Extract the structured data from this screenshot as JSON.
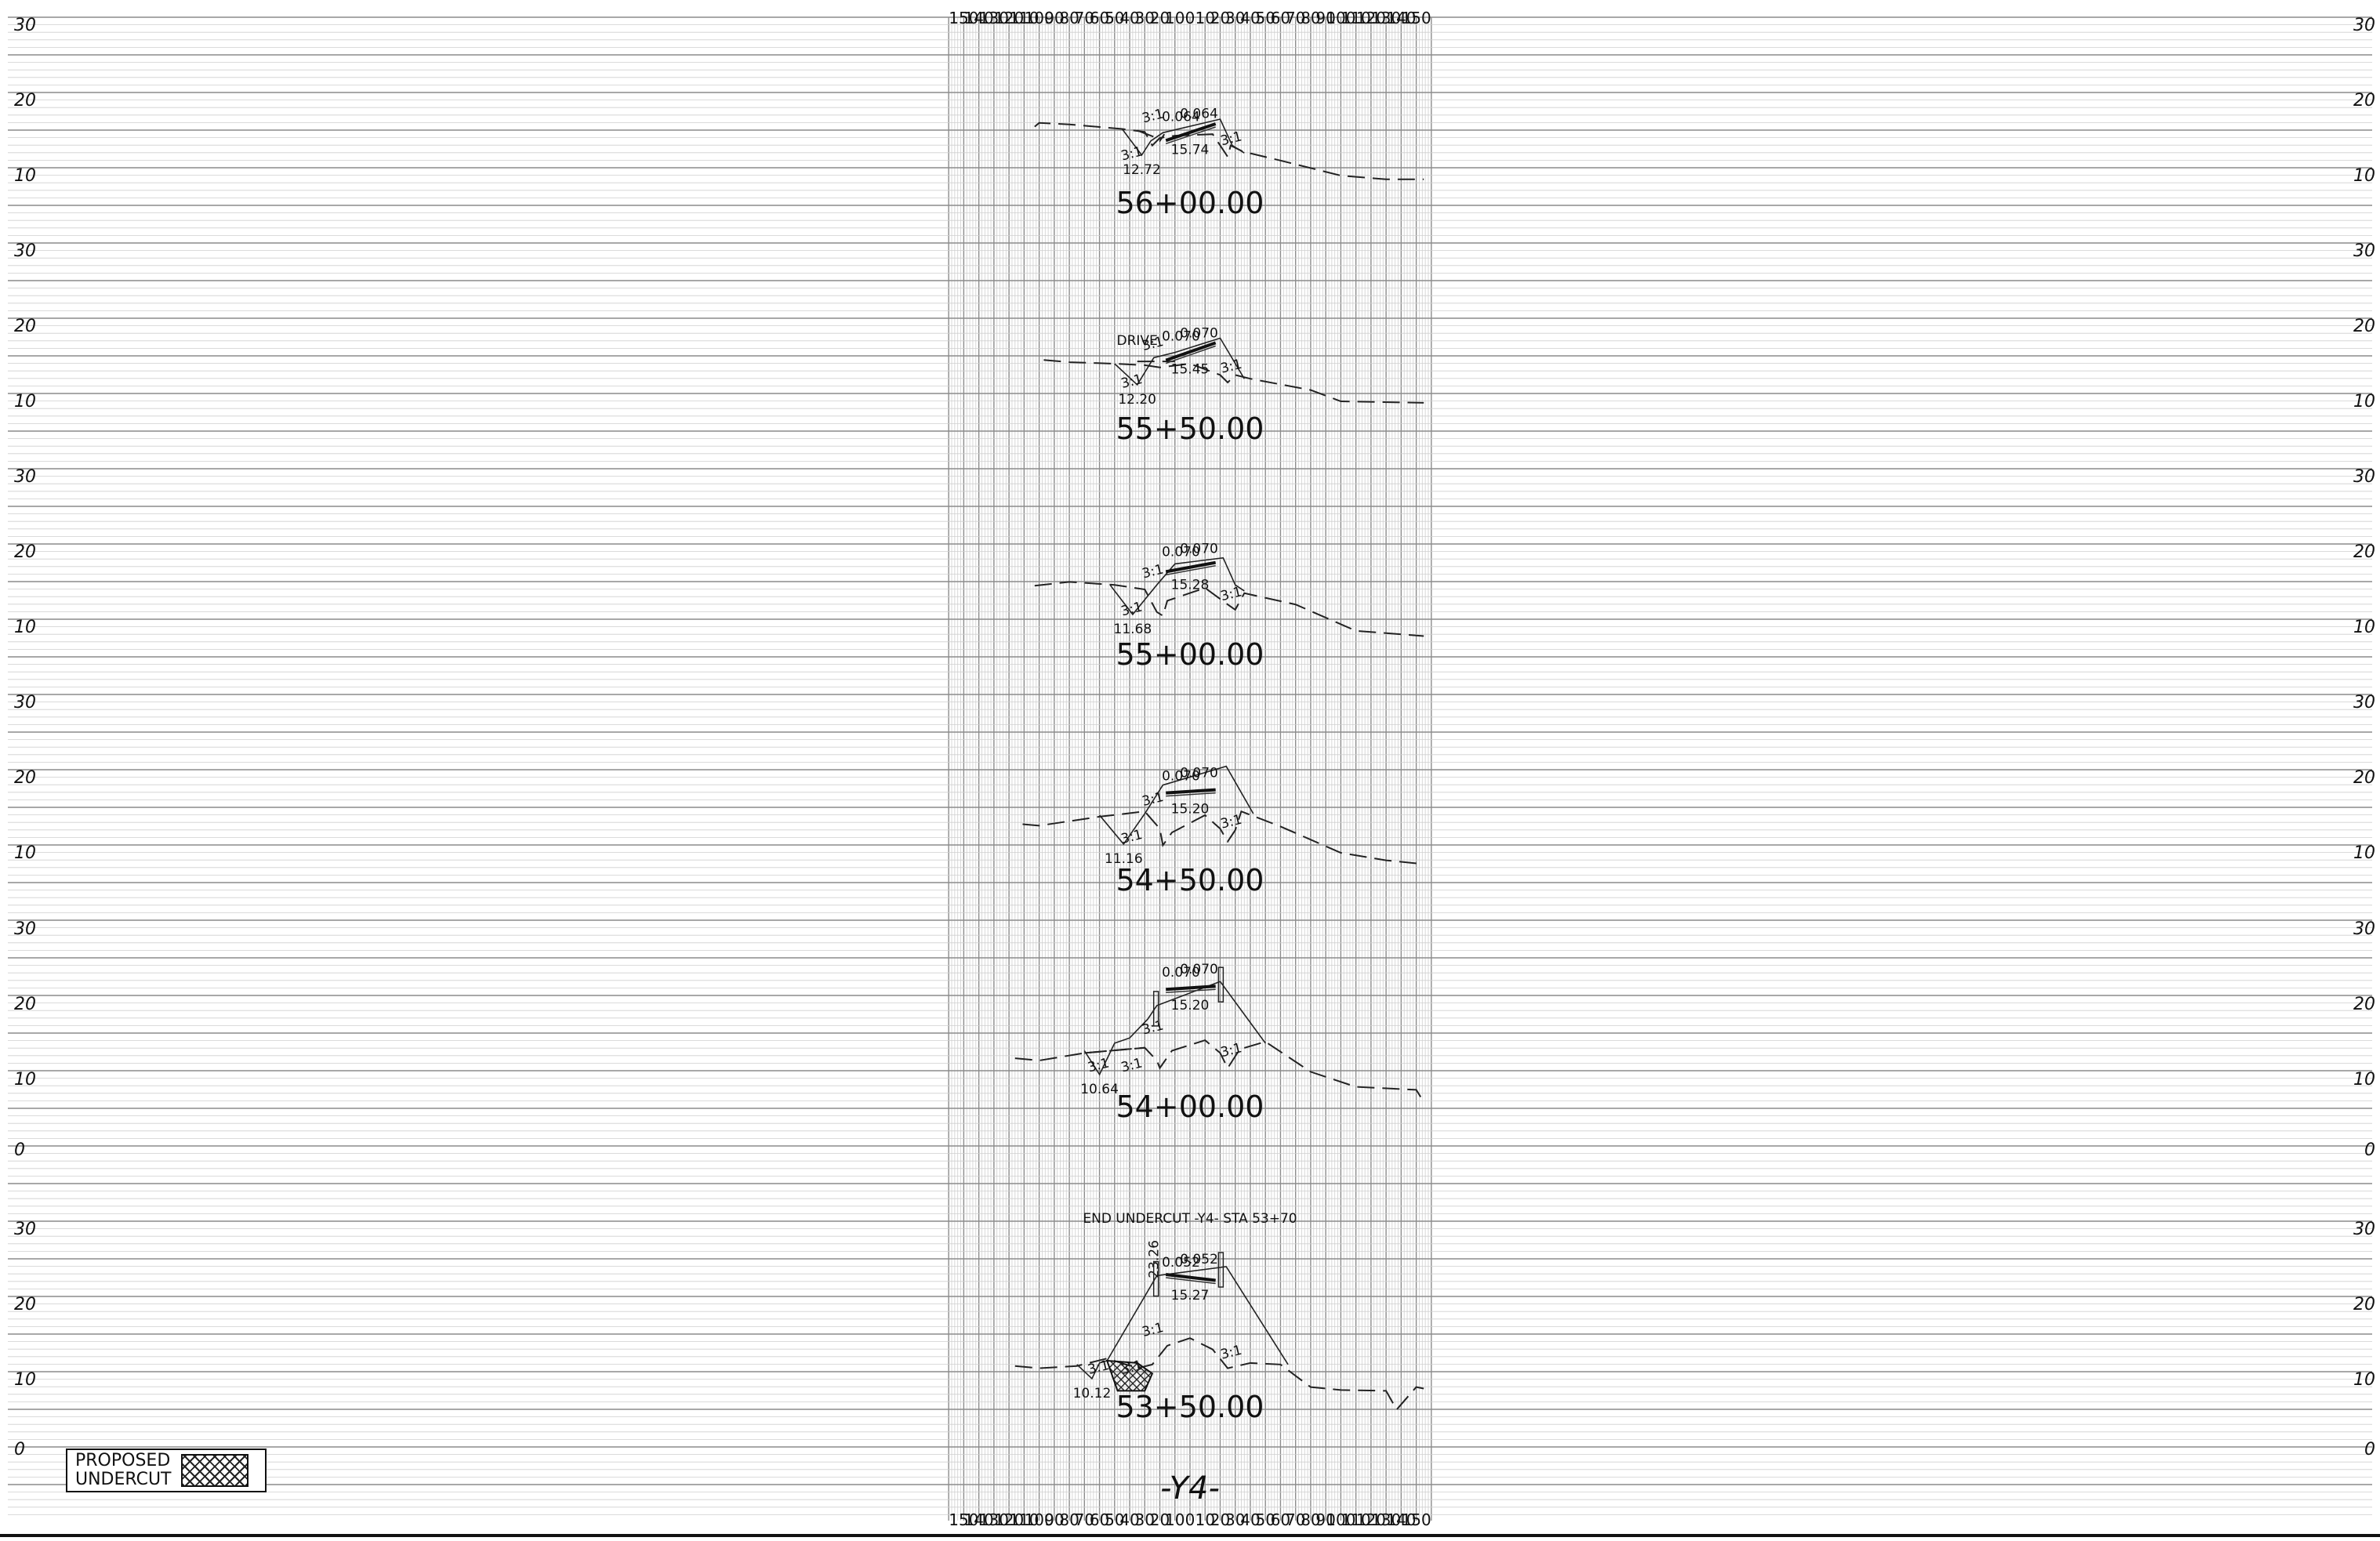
{
  "sheet": {
    "alignment_label": "-Y4-",
    "offset_ticks": [
      "150",
      "140",
      "130",
      "120",
      "110",
      "100",
      "90",
      "80",
      "70",
      "60",
      "50",
      "40",
      "30",
      "20",
      "10",
      "0",
      "10",
      "20",
      "30",
      "40",
      "50",
      "60",
      "70",
      "80",
      "90",
      "100",
      "110",
      "120",
      "130",
      "140",
      "150"
    ],
    "elevation_ticks": [
      "30",
      "20",
      "10"
    ],
    "bottom_zero_label": "0"
  },
  "legend": {
    "label": "PROPOSED\nUNDERCUT"
  },
  "sections": [
    {
      "station": "56+00.00",
      "slopes": [
        "0.064",
        "0.064"
      ],
      "grade_elevation": "15.74",
      "ditch_elevation": "12.72",
      "slope_labels": [
        "3:1",
        "3:1",
        "3:1"
      ],
      "note": ""
    },
    {
      "station": "55+50.00",
      "slopes": [
        "0.070",
        "0.070"
      ],
      "grade_elevation": "15.45",
      "ditch_elevation": "12.20",
      "slope_labels": [
        "3:1",
        "3:1",
        "3:1"
      ],
      "note": "DRIVE"
    },
    {
      "station": "55+00.00",
      "slopes": [
        "0.070",
        "0.070"
      ],
      "grade_elevation": "15.28",
      "ditch_elevation": "11.68",
      "slope_labels": [
        "3:1",
        "3:1",
        "3:1"
      ],
      "note": ""
    },
    {
      "station": "54+50.00",
      "slopes": [
        "0.070",
        "0.070"
      ],
      "grade_elevation": "15.20",
      "ditch_elevation": "11.16",
      "slope_labels": [
        "3:1",
        "3:1",
        "3:1"
      ],
      "note": ""
    },
    {
      "station": "54+00.00",
      "slopes": [
        "0.070",
        "0.070"
      ],
      "grade_elevation": "15.20",
      "ditch_elevation": "10.64",
      "slope_labels": [
        "3:1",
        "3:1",
        "3:1",
        "3:1"
      ],
      "note": ""
    },
    {
      "station": "53+50.00",
      "slopes": [
        "0.052",
        "0.052"
      ],
      "grade_elevation": "15.27",
      "ditch_elevation": "10.12",
      "slope_labels": [
        "3:1",
        "3:1",
        "3:1",
        "3:1"
      ],
      "note": "END  UNDERCUT  -Y4-  STA  53+70",
      "vertical_label": "23.26"
    }
  ]
}
